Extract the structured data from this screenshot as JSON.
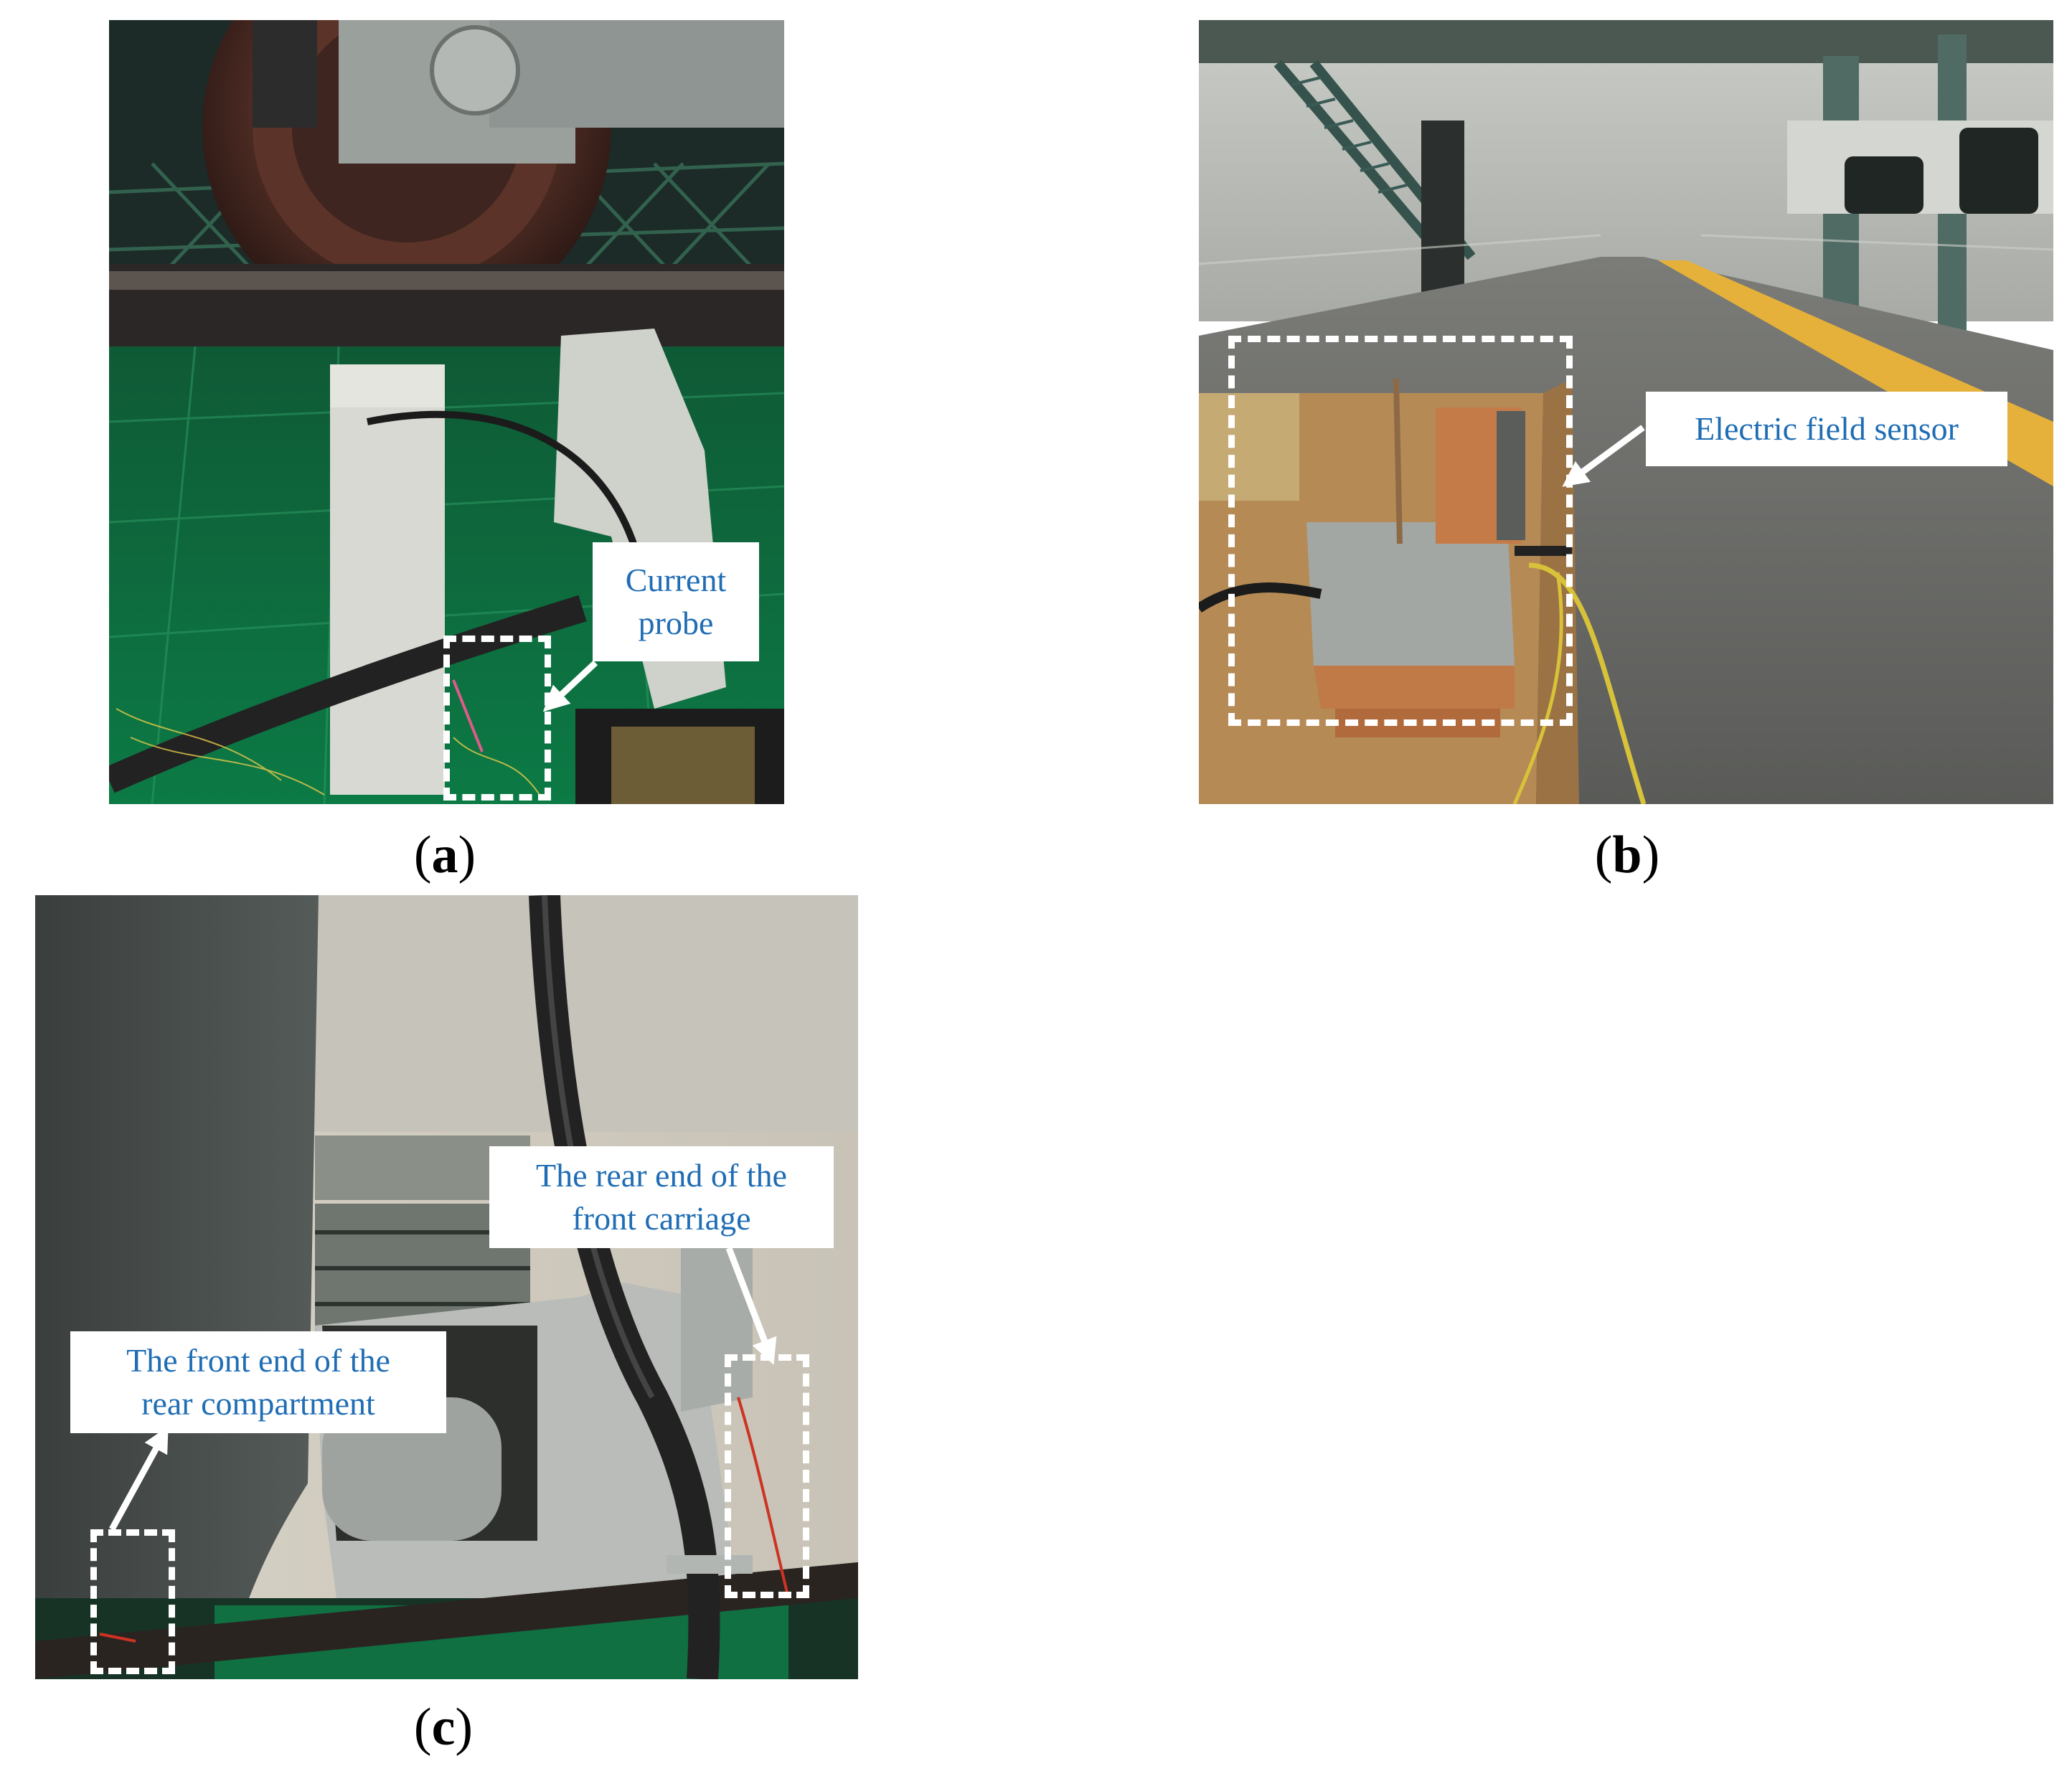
{
  "panels": {
    "a": {
      "caption_open": "(",
      "caption_letter": "a",
      "caption_close": ")",
      "label_line1": "Current",
      "label_line2": "probe"
    },
    "b": {
      "caption_open": "(",
      "caption_letter": "b",
      "caption_close": ")",
      "label": "Electric field sensor"
    },
    "c": {
      "caption_open": "(",
      "caption_letter": "c",
      "caption_close": ")",
      "label_rear_line1": "The rear end of the",
      "label_rear_line2": "front carriage",
      "label_front_line1": "The front end of the",
      "label_front_line2": "rear compartment"
    }
  },
  "colors": {
    "label_text": "#1f6db4",
    "marker": "#ffffff"
  }
}
